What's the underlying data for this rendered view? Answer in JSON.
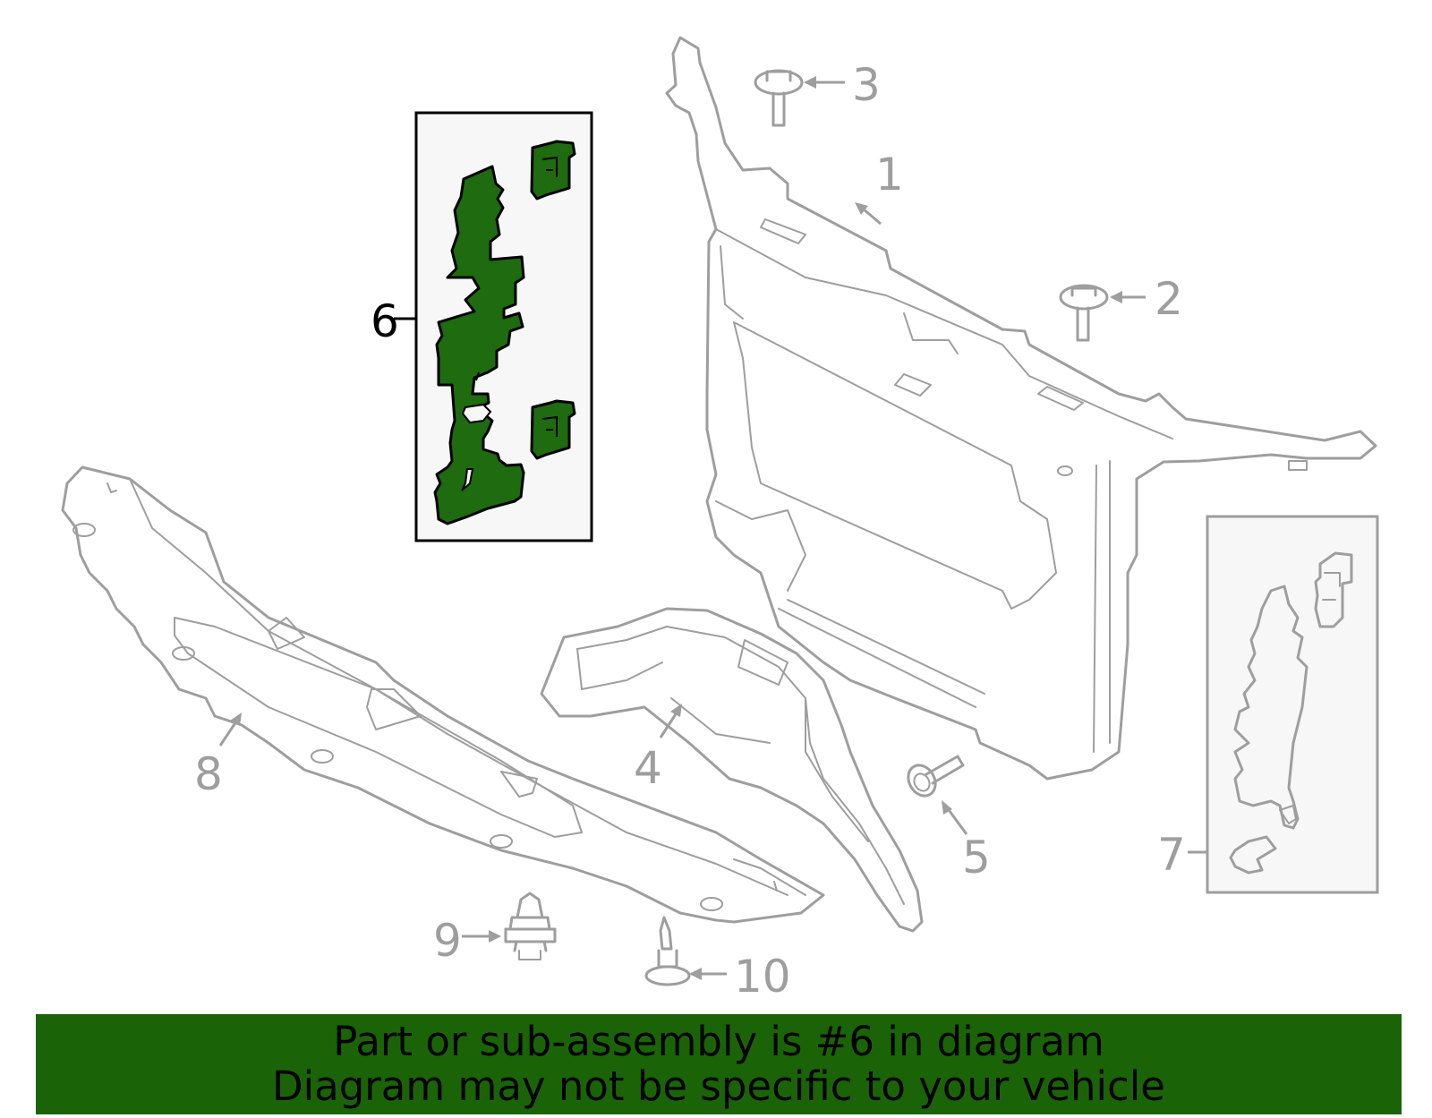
{
  "callouts": {
    "c1": "1",
    "c2": "2",
    "c3": "3",
    "c4": "4",
    "c5": "5",
    "c6": "6",
    "c7": "7",
    "c8": "8",
    "c9": "9",
    "c10": "10"
  },
  "highlighted_part": "6",
  "colors": {
    "highlight": "#1f6b10",
    "banner": "#1a6407",
    "line_art": "#9e9e9e"
  },
  "banner": {
    "line1": "Part or sub-assembly is #6 in diagram",
    "line2": "Diagram may not be specific to your vehicle"
  }
}
